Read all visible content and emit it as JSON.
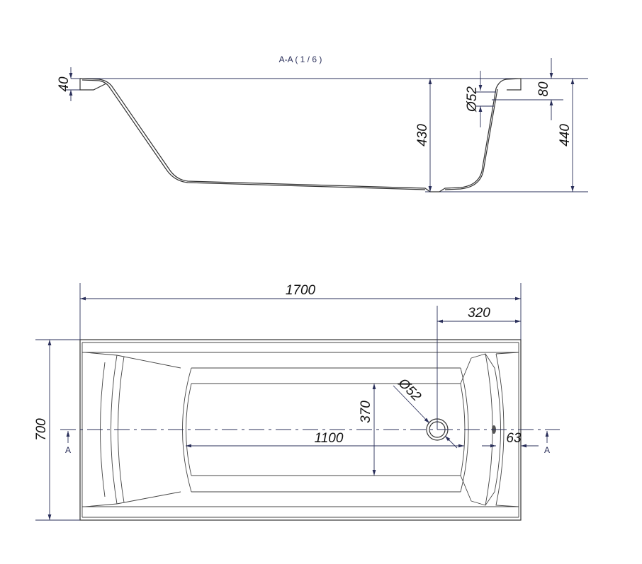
{
  "section": {
    "title": "A-A ( 1 / 6 )",
    "dims": {
      "rim": "40",
      "depth_inner": "430",
      "overflow_dia": "Ø52",
      "overflow_height": "80",
      "depth_total": "440"
    }
  },
  "plan": {
    "dims": {
      "length": "1700",
      "drain_offset": "320",
      "width": "700",
      "inner_length": "1100",
      "inner_width": "370",
      "drain_dia": "Ø52",
      "overflow_offset": "63"
    },
    "section_marks": [
      "A",
      "A"
    ]
  }
}
